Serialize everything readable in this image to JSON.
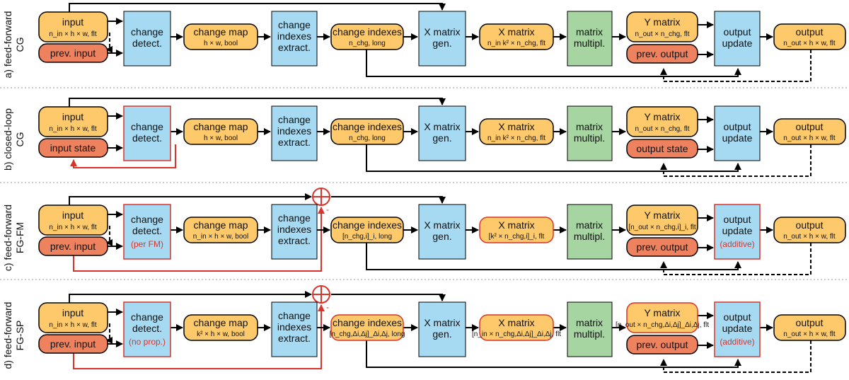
{
  "rows": [
    {
      "label1": "a) feed-forward",
      "label2": "CG",
      "input": {
        "title": "input",
        "sub": "n_in × h × w, flt"
      },
      "second": {
        "title": "prev. input"
      },
      "detect": {
        "line1": "change",
        "line2": "detect.",
        "extra": ""
      },
      "map": {
        "title": "change map",
        "sub": "h × w, bool"
      },
      "extract": {
        "line1": "change",
        "line2": "indexes",
        "line3": "extract."
      },
      "idx": {
        "title": "change indexes",
        "sub": "n_chg, long"
      },
      "xgen": {
        "line1": "X matrix",
        "line2": "gen."
      },
      "xmat": {
        "title": "X matrix",
        "sub": "n_in k² × n_chg, flt"
      },
      "mult": {
        "line1": "matrix",
        "line2": "multipl."
      },
      "ymat": {
        "title": "Y matrix",
        "sub": "n_out × n_chg, flt"
      },
      "prevout": {
        "title": "prev. output"
      },
      "update": {
        "line1": "output",
        "line2": "update",
        "extra": ""
      },
      "output": {
        "title": "output",
        "sub": "n_out × h × w, flt"
      }
    },
    {
      "label1": "b) closed-loop",
      "label2": "CG",
      "input": {
        "title": "input",
        "sub": "n_in × h × w, flt"
      },
      "second": {
        "title": "input state"
      },
      "detect": {
        "line1": "change",
        "line2": "detect.",
        "extra": ""
      },
      "map": {
        "title": "change map",
        "sub": "h × w, bool"
      },
      "extract": {
        "line1": "change",
        "line2": "indexes",
        "line3": "extract."
      },
      "idx": {
        "title": "change indexes",
        "sub": "n_chg, long"
      },
      "xgen": {
        "line1": "X matrix",
        "line2": "gen."
      },
      "xmat": {
        "title": "X matrix",
        "sub": "n_in k² × n_chg, flt"
      },
      "mult": {
        "line1": "matrix",
        "line2": "multipl."
      },
      "ymat": {
        "title": "Y matrix",
        "sub": "n_out × n_chg, flt"
      },
      "prevout": {
        "title": "output state"
      },
      "update": {
        "line1": "output",
        "line2": "update",
        "extra": ""
      },
      "output": {
        "title": "output",
        "sub": "n_out × h × w, flt"
      }
    },
    {
      "label1": "c) feed-forward",
      "label2": "FG-FM",
      "input": {
        "title": "input",
        "sub": "n_in × h × w, flt"
      },
      "second": {
        "title": "prev. input"
      },
      "detect": {
        "line1": "change",
        "line2": "detect.",
        "extra": "(per FM)"
      },
      "map": {
        "title": "change map",
        "sub": "n_in × h × w, bool"
      },
      "extract": {
        "line1": "change",
        "line2": "indexes",
        "line3": "extract."
      },
      "idx": {
        "title": "change indexes",
        "sub": "[n_chg,i]_i, long"
      },
      "xgen": {
        "line1": "X matrix",
        "line2": "gen."
      },
      "xmat": {
        "title": "X matrix",
        "sub": "[k² × n_chg,i]_i, flt"
      },
      "mult": {
        "line1": "matrix",
        "line2": "multipl."
      },
      "ymat": {
        "title": "Y matrix",
        "sub": "[n_out × n_chg,i]_i, flt"
      },
      "prevout": {
        "title": "prev. output"
      },
      "update": {
        "line1": "output",
        "line2": "update",
        "extra": "(additive)"
      },
      "output": {
        "title": "output",
        "sub": "n_out × h × w, flt"
      }
    },
    {
      "label1": "d) feed-forward",
      "label2": "FG-SP",
      "input": {
        "title": "input",
        "sub": "n_in × h × w, flt"
      },
      "second": {
        "title": "prev. input"
      },
      "detect": {
        "line1": "change",
        "line2": "detect.",
        "extra": "(no prop.)"
      },
      "map": {
        "title": "change map",
        "sub": "k² × h × w, bool"
      },
      "extract": {
        "line1": "change",
        "line2": "indexes",
        "line3": "extract."
      },
      "idx": {
        "title": "change indexes",
        "sub": "[n_chg,Δi,Δj]_Δi,Δj, long"
      },
      "xgen": {
        "line1": "X matrix",
        "line2": "gen."
      },
      "xmat": {
        "title": "X matrix",
        "sub": "[n_in × n_chg,Δi,Δj]_Δi,Δj, flt"
      },
      "mult": {
        "line1": "matrix",
        "line2": "multipl."
      },
      "ymat": {
        "title": "Y matrix",
        "sub": "[n_out × n_chg,Δi,Δj]_Δi,Δj, flt"
      },
      "prevout": {
        "title": "prev. output"
      },
      "update": {
        "line1": "output",
        "line2": "update",
        "extra": "(additive)"
      },
      "output": {
        "title": "output",
        "sub": "n_out × h × w, flt"
      }
    }
  ],
  "colors": {
    "orange": "#fdc96a",
    "salmon": "#ee825f",
    "blue": "#a6daf2",
    "green": "#a6d5a2",
    "accent_red": "#d9342b",
    "separator": "#bbbbbb"
  }
}
